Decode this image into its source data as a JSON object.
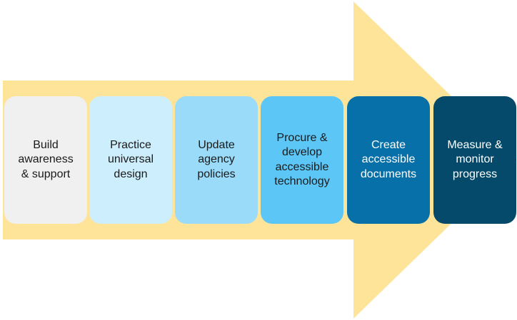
{
  "colors": {
    "arrow": "#fde499",
    "steps": [
      "#f0f0f0",
      "#cdeefd",
      "#99dbf8",
      "#5cc7f6",
      "#0870a8",
      "#054a6b"
    ]
  },
  "steps": [
    {
      "label": "Build\nawareness\n& support"
    },
    {
      "label": "Practice\nuniversal\ndesign"
    },
    {
      "label": "Update\nagency\npolicies"
    },
    {
      "label": "Procure &\ndevelop\naccessible\ntechnology"
    },
    {
      "label": "Create\naccessible\ndocuments"
    },
    {
      "label": "Measure &\nmonitor\nprogress"
    }
  ]
}
